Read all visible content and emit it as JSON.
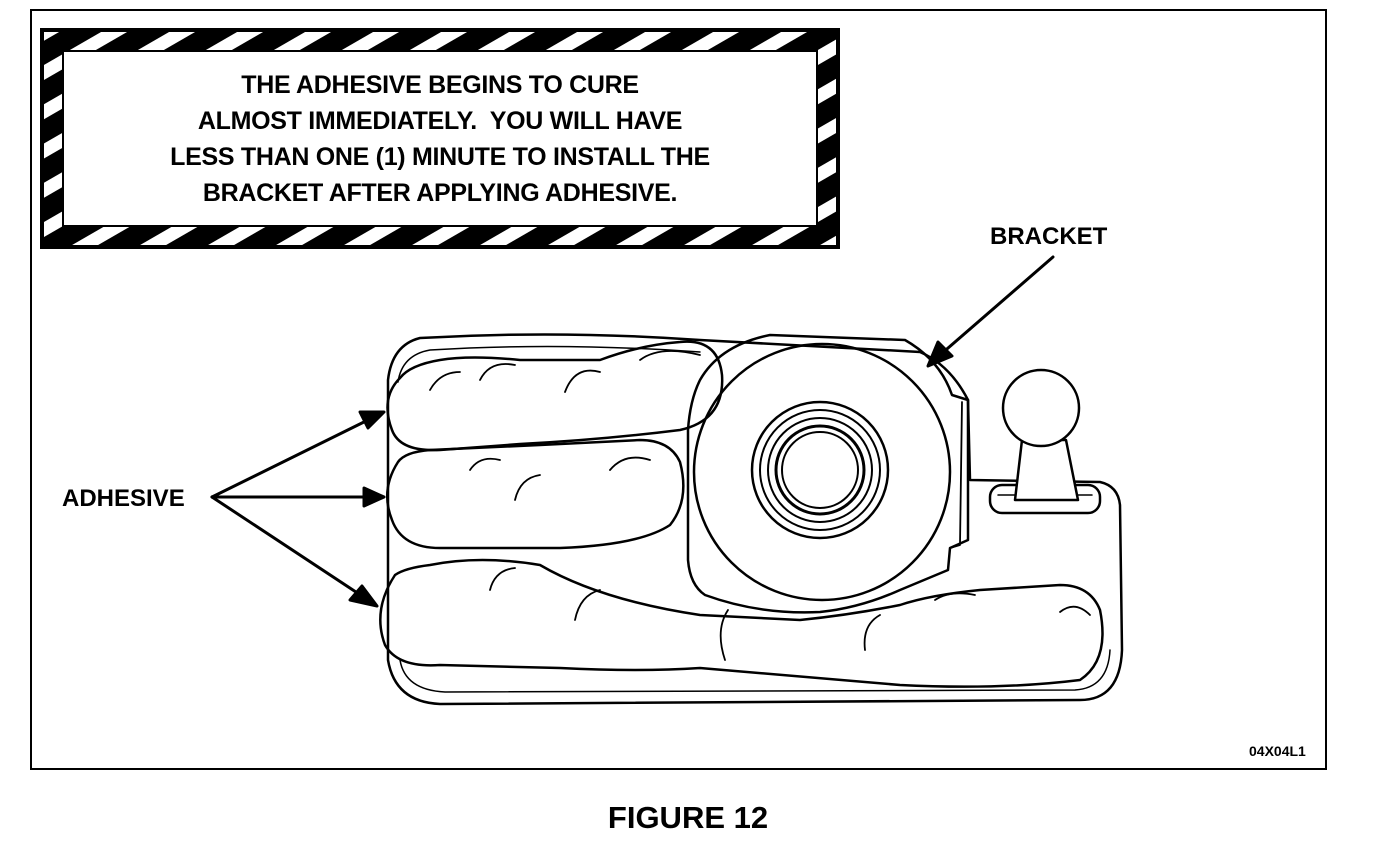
{
  "warning": {
    "lines": [
      "THE ADHESIVE BEGINS TO CURE",
      "ALMOST IMMEDIATELY.  YOU WILL HAVE",
      "LESS THAN ONE (1) MINUTE TO INSTALL THE",
      "BRACKET AFTER APPLYING ADHESIVE."
    ]
  },
  "labels": {
    "bracket": "BRACKET",
    "adhesive": "ADHESIVE"
  },
  "image_code": "04X04L1",
  "caption": "FIGURE 12"
}
